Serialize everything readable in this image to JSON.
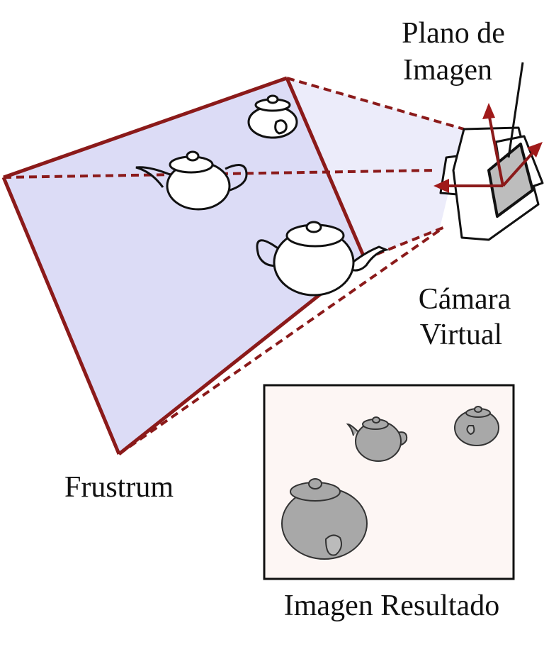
{
  "labels": {
    "image_plane": [
      "Plano de",
      "Imagen"
    ],
    "camera": [
      "Cámara",
      "Virtual"
    ],
    "frustum": "Frustrum",
    "result_image": "Imagen Resultado"
  },
  "colors": {
    "frustum_fill": "#dcdcf6",
    "frustum_edge": "#8b1a1a",
    "result_bg": "#fdf6f4",
    "rendered_teapot": "#a8a8a8",
    "image_plane_fill": "#bdbdbd",
    "outline": "#111111"
  }
}
